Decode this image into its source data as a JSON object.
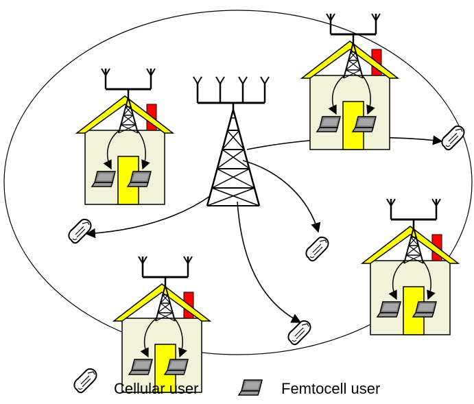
{
  "diagram": {
    "macro_cell": {
      "icon": "macro-base-station-tower-icon"
    },
    "femtocells": [
      {
        "icon": "house-with-femto-base-station-icon",
        "femto_users": 2
      },
      {
        "icon": "house-with-femto-base-station-icon",
        "femto_users": 2
      },
      {
        "icon": "house-with-femto-base-station-icon",
        "femto_users": 2
      },
      {
        "icon": "house-with-femto-base-station-icon",
        "femto_users": 2
      }
    ],
    "cellular_users": 4
  },
  "legend": {
    "cellular_user": {
      "label": "Cellular user",
      "icon": "mobile-phone-icon"
    },
    "femtocell_user": {
      "label": "Femtocell user",
      "icon": "laptop-icon"
    }
  },
  "colors": {
    "house_wall": "#f2f2d9",
    "roof": "#ffff00",
    "chimney": "#ff0000",
    "door": "#ffff00",
    "laptop": "#808080",
    "line": "#000000"
  }
}
